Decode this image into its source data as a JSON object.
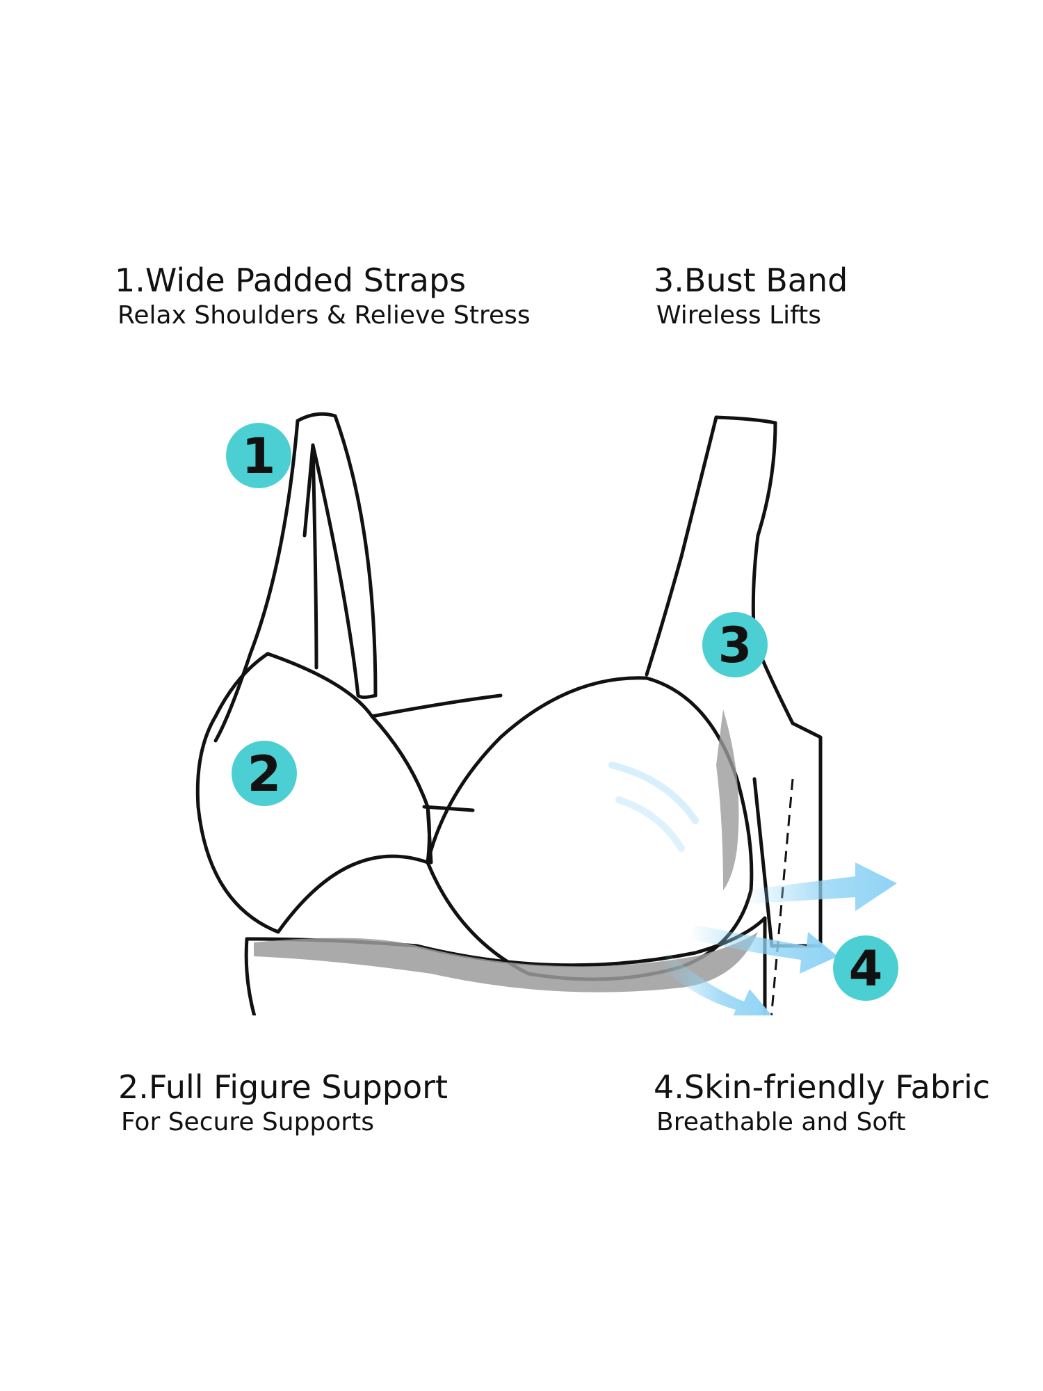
{
  "features": [
    {
      "number": "1",
      "title": "1.Wide Padded Straps",
      "subtitle": "Relax Shoulders & Relieve Stress"
    },
    {
      "number": "2",
      "title": "2.Full Figure Support",
      "subtitle": "For Secure Supports"
    },
    {
      "number": "3",
      "title": "3.Bust Band",
      "subtitle": "Wireless Lifts"
    },
    {
      "number": "4",
      "title": "4.Skin-friendly Fabric",
      "subtitle": "Breathable and Soft"
    }
  ],
  "colors": {
    "badge": "#4ccfd2",
    "outline": "#111111",
    "band_shade": "#9b9b9b",
    "arrow": "#8fd3f5",
    "background": "#ffffff"
  }
}
